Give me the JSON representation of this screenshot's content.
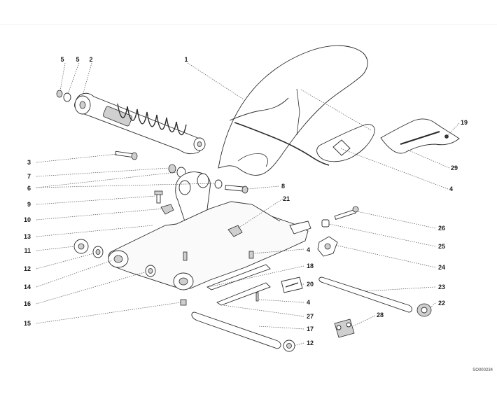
{
  "diagram": {
    "code": "SO000234",
    "labels": [
      {
        "id": "l1",
        "text": "1"
      },
      {
        "id": "l2",
        "text": "2"
      },
      {
        "id": "l3",
        "text": "3"
      },
      {
        "id": "l4a",
        "text": "4"
      },
      {
        "id": "l4b",
        "text": "4"
      },
      {
        "id": "l4c",
        "text": "4"
      },
      {
        "id": "l5a",
        "text": "5"
      },
      {
        "id": "l5b",
        "text": "5"
      },
      {
        "id": "l6",
        "text": "6"
      },
      {
        "id": "l7",
        "text": "7"
      },
      {
        "id": "l8",
        "text": "8"
      },
      {
        "id": "l9",
        "text": "9"
      },
      {
        "id": "l10",
        "text": "10"
      },
      {
        "id": "l11",
        "text": "11"
      },
      {
        "id": "l12a",
        "text": "12"
      },
      {
        "id": "l12b",
        "text": "12"
      },
      {
        "id": "l13",
        "text": "13"
      },
      {
        "id": "l14",
        "text": "14"
      },
      {
        "id": "l15",
        "text": "15"
      },
      {
        "id": "l16",
        "text": "16"
      },
      {
        "id": "l17",
        "text": "17"
      },
      {
        "id": "l18",
        "text": "18"
      },
      {
        "id": "l19",
        "text": "19"
      },
      {
        "id": "l20",
        "text": "20"
      },
      {
        "id": "l21",
        "text": "21"
      },
      {
        "id": "l22",
        "text": "22"
      },
      {
        "id": "l23",
        "text": "23"
      },
      {
        "id": "l24",
        "text": "24"
      },
      {
        "id": "l25",
        "text": "25"
      },
      {
        "id": "l26",
        "text": "26"
      },
      {
        "id": "l27",
        "text": "27"
      },
      {
        "id": "l28",
        "text": "28"
      },
      {
        "id": "l29",
        "text": "29"
      }
    ]
  }
}
